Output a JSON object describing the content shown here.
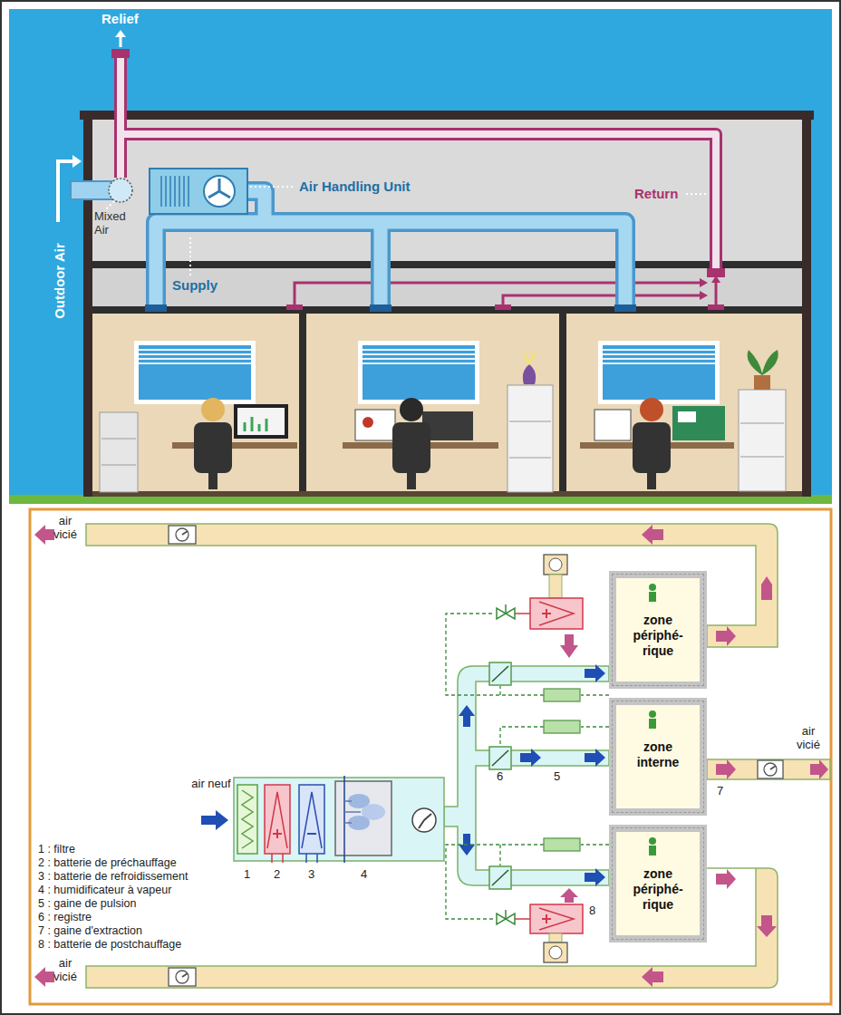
{
  "diagram": {
    "nodes": [
      {
        "text": [
          "zone périphé- rique"
        ]
      },
      {
        "text": [
          "zone interne"
        ]
      },
      {
        "text": [
          "zone périphé- rique"
        ]
      }
    ],
    "labels": [
      "Relief",
      "Outdoor Air",
      "Mixed Air",
      "Air Handling Unit",
      "Supply",
      "Return",
      "air vicié",
      "air vicié",
      "air neuf",
      "1",
      "2",
      "3",
      "4",
      "6",
      "5",
      "7",
      "8",
      "air vicié",
      "1 : filtre",
      "2 : batterie de préchauffage",
      "3 : batterie de refroidissement",
      "4 : humidificateur à vapeur",
      "5 : gaine de pulsion",
      "6 : registre",
      "7 : gaine d'extraction",
      "8 : batterie de postchauffage"
    ]
  }
}
